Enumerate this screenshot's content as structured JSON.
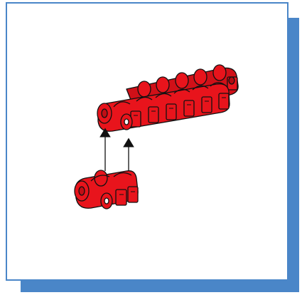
{
  "panel": {
    "accent_color": "#4a86c8",
    "background_color": "#ffffff"
  },
  "illustration": {
    "subject": "chain-link-assembly-instruction",
    "part_color": "#e8141c",
    "outline_color": "#111111",
    "assembled_chain_links_visible": 6,
    "loose_links": 2,
    "insertion_arrows": 2
  }
}
